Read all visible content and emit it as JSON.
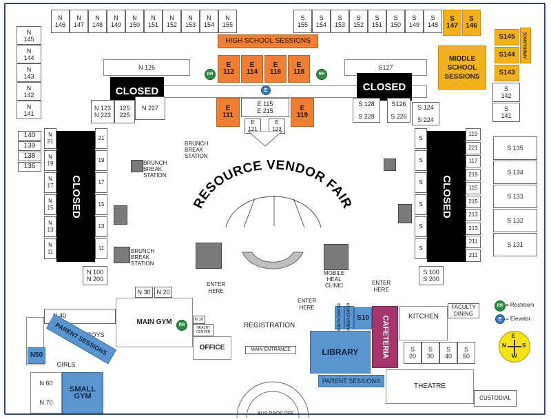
{
  "rooms_top_left": [
    "N\n146",
    "N\n147",
    "N\n148",
    "N\n149",
    "N\n150",
    "N\n151",
    "N\n152",
    "N\n153",
    "N\n154",
    "N\n155"
  ],
  "rooms_top_right": [
    "S\n155",
    "S\n154",
    "S\n153",
    "S\n152",
    "S\n151",
    "S\n150",
    "S\n149",
    "S\n148"
  ],
  "rooms_left_col": [
    "N\n145",
    "N\n144",
    "N\n143",
    "N\n142",
    "N\n141"
  ],
  "rooms_left_small": [
    "140",
    "139",
    "138",
    "136"
  ],
  "rooms_right_col": [
    "S\n142",
    "S\n141"
  ],
  "rooms_right_big": [
    "S 135",
    "S 134",
    "S 133",
    "S 132",
    "S 131"
  ],
  "ms_rooms": [
    "S145",
    "S144",
    "S143"
  ],
  "hs_rooms": [
    "E\n112",
    "E\n114",
    "E\n116",
    "E\n118"
  ],
  "e_rooms_low": [
    "E\n111",
    "E\n119"
  ],
  "yellow_top": [
    "S\n147",
    "S\n146"
  ],
  "labels": {
    "high_school_sessions": "HIGH SCHOOL SESSIONS",
    "middle_school_sessions": "MIDDLE\nSCHOOL\nSESSIONS",
    "ambulance": "AMBULANCE",
    "closed": "CLOSED",
    "title_fair": "RESOURCE VENDOR FAIR",
    "n126": "N 126",
    "s127": "S127",
    "e115": "E 115",
    "e215": "E 215",
    "e121": "E\n121",
    "e123": "E\n123",
    "n123": "N 123\nN 223",
    "n125": "125\n225",
    "n227": "N 227",
    "s128": "S 128",
    "s228": "S 228",
    "s126": "S126",
    "s226": "S 226",
    "s124": "S 124",
    "s224": "S 224",
    "brunch1": "BRUNCH\nBREAK\nSTATION",
    "brunch2": "BRUNCH\nBREAK\nSTATION",
    "brunch3": "BRUNCH\nBREAK\nSTATION",
    "mobile": "MOBILE\nHEAL\nCLINIC",
    "n100": "N 100\nN 200",
    "s100": "S 100\nS 200",
    "n30": "N 30",
    "n20": "N 20",
    "n40": "N 40",
    "n10": "N 10",
    "health": "HEALTH\nCENTER",
    "main_gym": "MAIN GYM",
    "boys": "BOYS",
    "girls": "GIRLS",
    "n50": "N50",
    "n60": "N 60",
    "n70": "N 70",
    "small_gym": "SMALL\nGYM",
    "office": "OFFICE",
    "registration": "REGISTRATION",
    "main_entrance": "MAIN ENTRANCE",
    "enter_here": "ENTER\nHERE",
    "library": "LIBRARY",
    "health_center": "HEALTH\nCENTER",
    "career_center": "CAREER\nCENTER",
    "s10": "S10",
    "cafeteria": "CAFETERIA",
    "kitchen": "KITCHEN",
    "faculty": "FACULTY\nDINING",
    "parent_sessions": "PARENT SESSIONS",
    "theatre": "THEATRE",
    "custodial": "CUSTODIAL",
    "bus": "BUS DROP OFF",
    "s20": "S\n20",
    "s30": "S\n30",
    "s40": "S\n40",
    "s50": "S\n50",
    "rr": "RR",
    "e": "E",
    "legend_rr": "= Restroom",
    "legend_e": "= Elevator",
    "compass_n": "N",
    "compass_s": "S",
    "compass_e": "E",
    "compass_w": "W",
    "w_rooms": [
      "N\n21",
      "N\n19",
      "N\n17",
      "N\n15",
      "N\n13",
      "N\n11"
    ],
    "w_nums": [
      "21",
      "19",
      "17",
      "15",
      "13",
      "11"
    ],
    "e_nums": [
      "119",
      "221",
      "117",
      "219",
      "115",
      "215",
      "213",
      "213",
      "211",
      "211"
    ]
  },
  "colors": {
    "orange": "#ed7e33",
    "yellow": "#f2b21c",
    "blue": "#5a95cf",
    "maroon": "#a5366b",
    "restroom": "#2e8b3f",
    "elevator": "#3a78c2"
  }
}
